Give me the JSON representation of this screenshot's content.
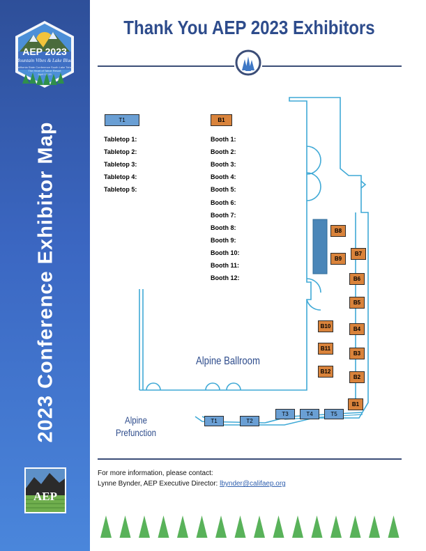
{
  "page": {
    "title": "Thank You AEP 2023 Exhibitors",
    "sidebar_title": "2023 Conference Exhibitor Map"
  },
  "badge": {
    "title": "AEP 2023",
    "subtitle": "Mountain Vibes & Lake Blues",
    "line1": "California State Conference South Lake Tahoe",
    "line2": "The Heart of Tahoe Resort",
    "line3": "April 17-19"
  },
  "logo": {
    "text": "AEP",
    "icon": "aep-mountain-logo"
  },
  "legend": {
    "tabletop_sample": "T1",
    "booth_sample": "B1",
    "tabletops": [
      "Tabletop 1:",
      "Tabletop 2:",
      "Tabletop 3:",
      "Tabletop 4:",
      "Tabletop 5:"
    ],
    "booths": [
      "Booth 1:",
      "Booth 2:",
      "Booth 3:",
      "Booth 4:",
      "Booth 5:",
      "Booth 6:",
      "Booth 7:",
      "Booth 8:",
      "Booth 9:",
      "Booth 10:",
      "Booth 11:",
      "Booth 12:"
    ]
  },
  "map": {
    "room_main": "Alpine Ballroom",
    "room_prefunction_line1": "Alpine",
    "room_prefunction_line2": "Prefunction",
    "booths": [
      "B1",
      "B2",
      "B3",
      "B4",
      "B5",
      "B6",
      "B7",
      "B8",
      "B9",
      "B10",
      "B11",
      "B12"
    ],
    "tabletops": [
      "T1",
      "T2",
      "T3",
      "T4",
      "T5"
    ]
  },
  "colors": {
    "booth": "#d9833b",
    "tabletop": "#6a9fd4",
    "wall": "#3fa9d6",
    "title": "#2e4c8c",
    "sidebar": "#3b67c2"
  },
  "contact": {
    "line1": "For more information, please contact:",
    "line2_prefix": "Lynne Bynder, AEP Executive Director: ",
    "email": "lbynder@califaep.org"
  }
}
